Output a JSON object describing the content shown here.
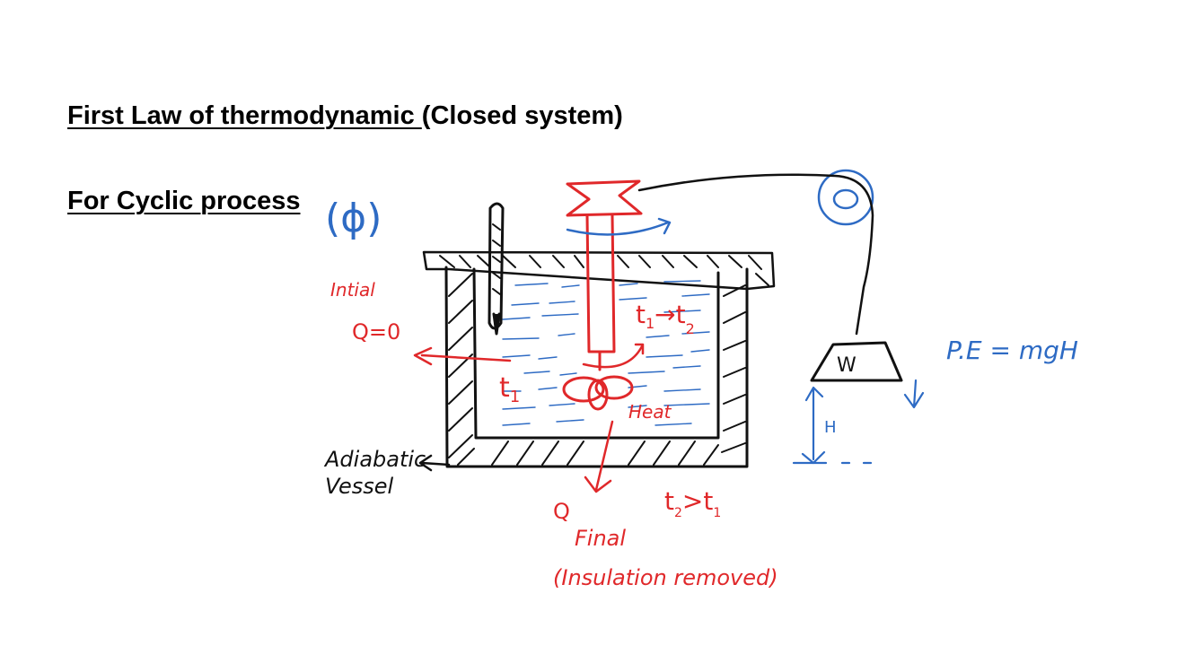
{
  "slide": {
    "title_underlined": "First Law of thermodynamic ",
    "title_rest": "(Closed system)",
    "subtitle": "For Cyclic process",
    "cyclic_symbol": "(ϕ)"
  },
  "diagram": {
    "labels": {
      "initial": "Intial",
      "q_zero": "Q=0",
      "t1_inside": "t",
      "t1_sub": "1",
      "temp_change": "t",
      "temp_change_sub1": "1",
      "temp_change_arrow": "→",
      "temp_change_t2": "t",
      "temp_change_sub2": "2",
      "heat": "Heat",
      "adiabatic": "Adiabatic",
      "vessel": "Vessel",
      "q_out": "Q",
      "final": "Final",
      "insulation_removed": "(Insulation removed)",
      "t2_gt_t1": "t",
      "t2_gt_t1_sub2": "2",
      "t2_gt_t1_gt": ">",
      "t2_gt_t1_t1": "t",
      "t2_gt_t1_sub1": "1",
      "weight": "W",
      "height": "H",
      "potential_energy": "P.E = mgH"
    },
    "colors": {
      "ink_black": "#111111",
      "ink_red": "#e0282a",
      "ink_blue": "#2e6bc4"
    }
  }
}
